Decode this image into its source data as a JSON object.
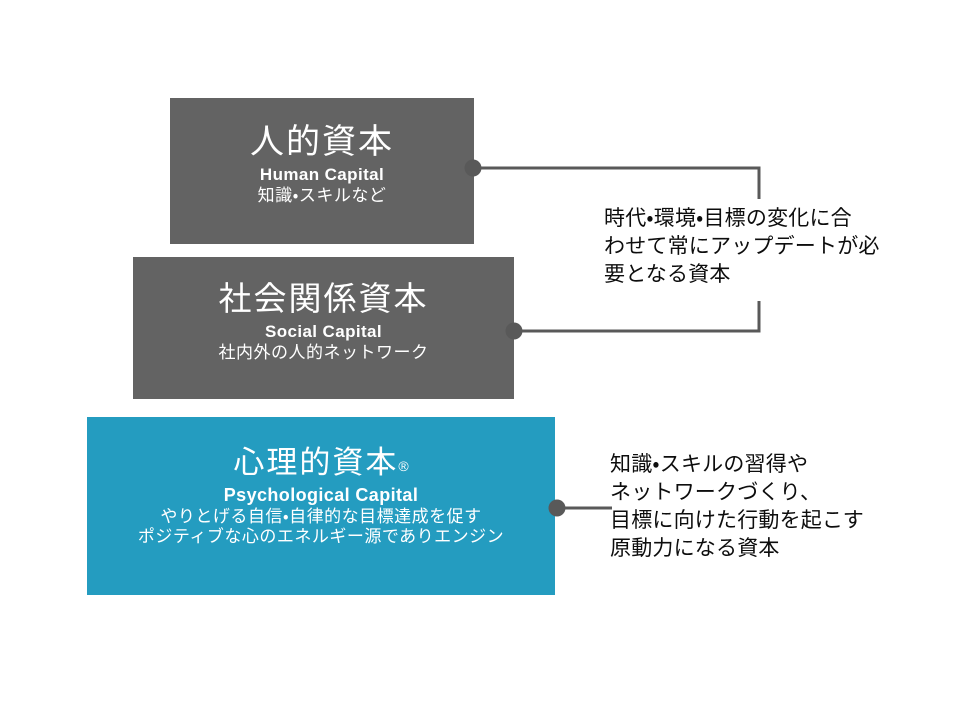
{
  "diagram": {
    "type": "layered-capital-pyramid",
    "colors": {
      "gray_box": "#636363",
      "teal_box": "#249cc0",
      "connector": "#595959",
      "box_text": "#ffffff",
      "annotation_text": "#0d0d0d",
      "background": "#ffffff"
    },
    "boxes": [
      {
        "id": "human-capital",
        "title_jp": "人的資本",
        "title_en": "Human Capital",
        "desc_jp": "知識・スキルなど",
        "color": "#636363"
      },
      {
        "id": "social-capital",
        "title_jp": "社会関係資本",
        "title_en": "Social Capital",
        "desc_jp": "社内外の人的ネットワーク",
        "color": "#636363"
      },
      {
        "id": "psychological-capital",
        "title_jp": "心理的資本",
        "title_mark": "®",
        "title_en": "Psychological Capital",
        "desc_jp_1": "やりとげる自信・自律的な目標達成を促す",
        "desc_jp_2": "ポジティブな心のエネルギー源でありエンジン",
        "color": "#249cc0"
      }
    ],
    "annotations": [
      {
        "id": "update-note",
        "text": "時代・環境・目標の変化に合\nわせて常にアップデートが必\n要となる資本",
        "connects_to": [
          "human-capital",
          "social-capital"
        ]
      },
      {
        "id": "driver-note",
        "text": "知識・スキルの習得や\nネットワークづくり、\n目標に向けた行動を起こす\n原動力になる資本",
        "connects_to": [
          "psychological-capital"
        ]
      }
    ]
  }
}
